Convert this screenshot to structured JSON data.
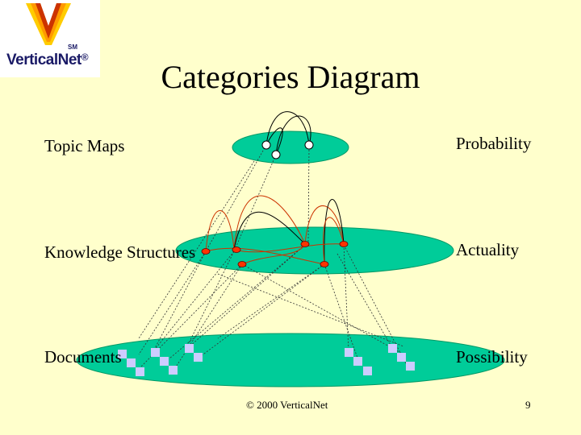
{
  "logo": {
    "brand": "VerticalNet",
    "sm": "SM",
    "registered": "®"
  },
  "title": "Categories Diagram",
  "layers": {
    "left": [
      "Topic Maps",
      "Knowledge Structures",
      "Documents"
    ],
    "right": [
      "Probability",
      "Actuality",
      "Possibility"
    ]
  },
  "footer": {
    "copyright": "© 2000 VerticalNet",
    "page_number": "9"
  },
  "colors": {
    "background": "#ffffcc",
    "ellipse": "#00cc99",
    "node_red": "#ff3300",
    "node_white": "#ffffff",
    "document": "#ccccff",
    "link_red": "#cc3300",
    "link_black": "#000000"
  }
}
